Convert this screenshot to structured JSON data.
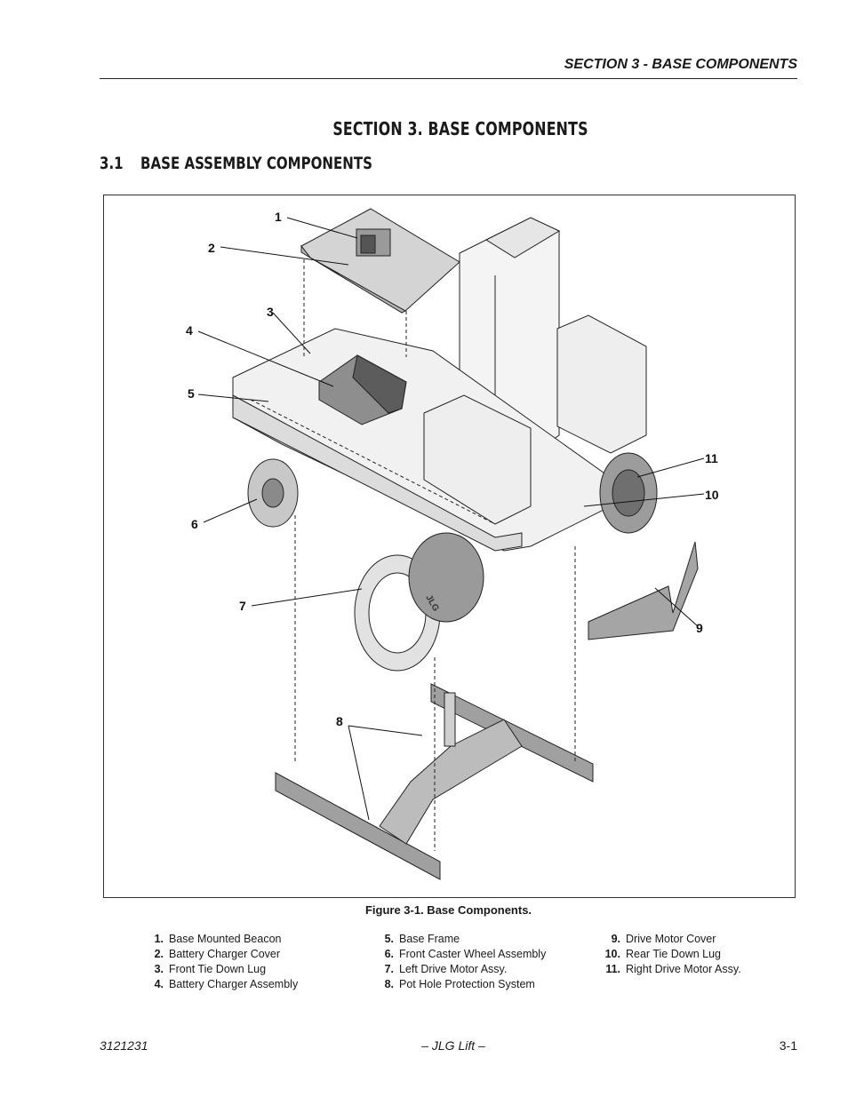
{
  "header": {
    "running_title": "SECTION 3 - BASE COMPONENTS"
  },
  "section_title": "SECTION 3.  BASE COMPONENTS",
  "subsection": {
    "number": "3.1",
    "title": "BASE ASSEMBLY COMPONENTS"
  },
  "figure": {
    "callouts": [
      "1",
      "2",
      "3",
      "4",
      "5",
      "6",
      "7",
      "8",
      "9",
      "10",
      "11"
    ],
    "caption": "Figure 3-1.  Base Components.",
    "jlg_mark": "JLG"
  },
  "legend": {
    "column1": [
      {
        "num": "1.",
        "label": "Base Mounted Beacon"
      },
      {
        "num": "2.",
        "label": "Battery Charger Cover"
      },
      {
        "num": "3.",
        "label": "Front Tie Down Lug"
      },
      {
        "num": "4.",
        "label": "Battery Charger Assembly"
      }
    ],
    "column2": [
      {
        "num": "5.",
        "label": "Base Frame"
      },
      {
        "num": "6.",
        "label": "Front Caster Wheel Assembly"
      },
      {
        "num": "7.",
        "label": "Left Drive Motor Assy."
      },
      {
        "num": "8.",
        "label": "Pot Hole Protection System"
      }
    ],
    "column3": [
      {
        "num": "9.",
        "label": "Drive Motor Cover"
      },
      {
        "num": "10.",
        "label": "Rear Tie Down Lug"
      },
      {
        "num": "11.",
        "label": "Right Drive Motor Assy."
      }
    ]
  },
  "footer": {
    "doc_number": "3121231",
    "publisher": "– JLG Lift –",
    "page": "3-1"
  }
}
